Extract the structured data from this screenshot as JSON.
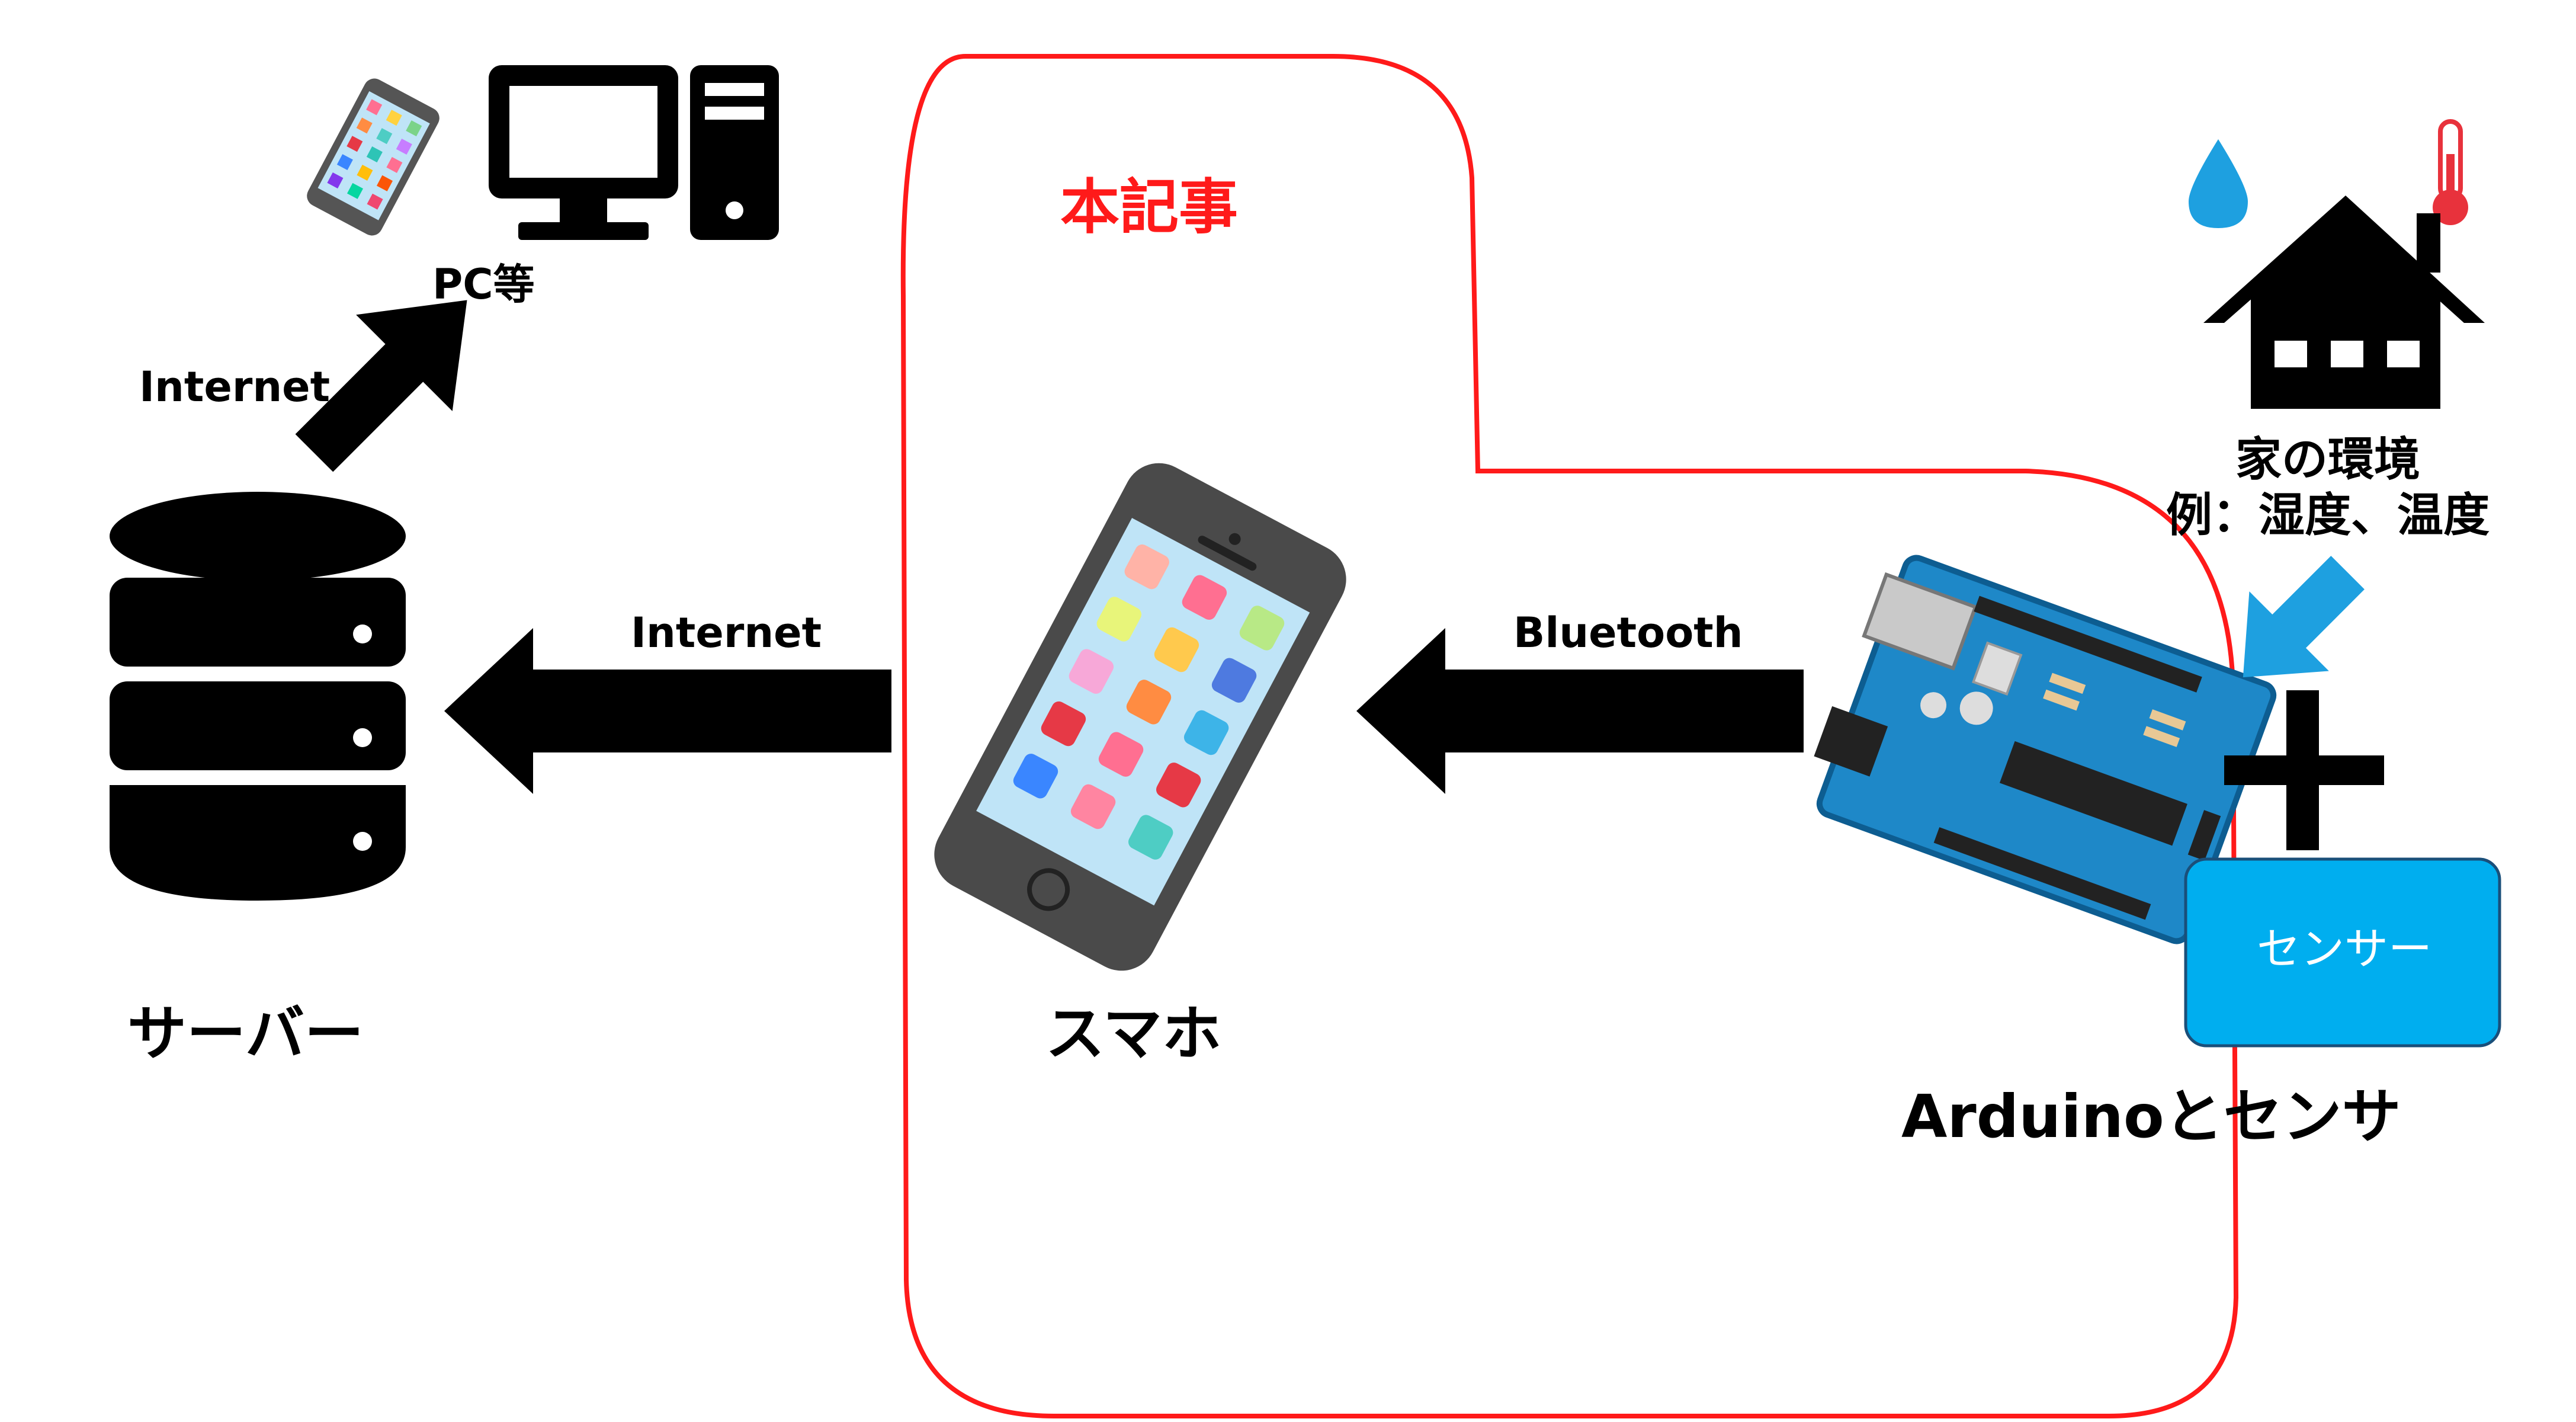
{
  "labels": {
    "internet_top": "Internet",
    "pc": "PC等",
    "internet_mid": "Internet",
    "bluetooth": "Bluetooth",
    "server": "サーバー",
    "phone": "スマホ",
    "arduino": "Arduinoとセンサ",
    "article": "本記事",
    "env_line1": "家の環境",
    "env_line2": "例：湿度、温度",
    "sensor_box": "センサー"
  },
  "colors": {
    "article_outline": "#ff1a1a",
    "sensor_box_fill": "#00aeef",
    "arduino_board": "#1e88c8",
    "droplet": "#1ea0e0",
    "thermometer": "#e8323c"
  },
  "icons": [
    "smartphone-icon",
    "desktop-computer-icon",
    "database-server-icon",
    "arduino-board-icon",
    "house-icon",
    "water-drop-icon",
    "thermometer-icon",
    "plus-icon"
  ]
}
